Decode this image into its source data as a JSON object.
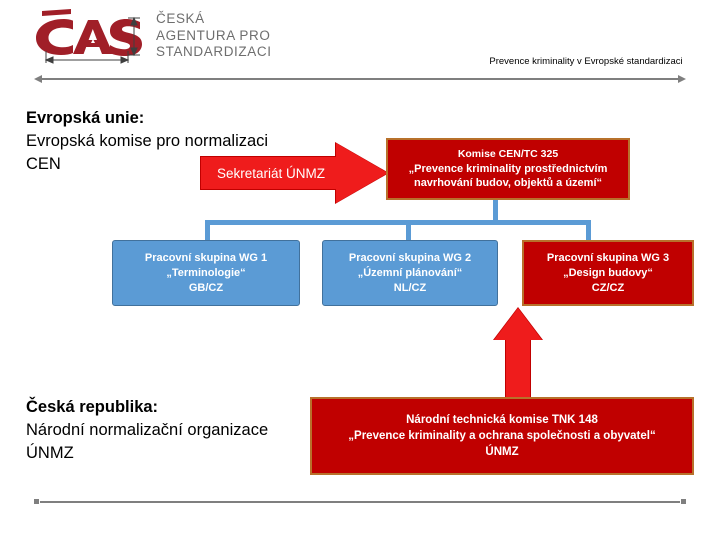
{
  "logo": {
    "mark_alt": "cas-logo",
    "line1": "ČESKÁ",
    "line2": "AGENTURA PRO",
    "line3": "STANDARDIZACI"
  },
  "header": {
    "title": "Prevence kriminality v Evropské standardizaci"
  },
  "eu_block": {
    "line1": "Evropská unie:",
    "line2": "Evropská komise pro normalizaci",
    "line3": "CEN"
  },
  "cz_block": {
    "line1": "Česká republika:",
    "line2": "Národní normalizační organizace",
    "line3": "ÚNMZ"
  },
  "secretariat_arrow": {
    "label": "Sekretariát ÚNMZ"
  },
  "cen_tc": {
    "line1": "Komise CEN/TC 325",
    "line2": "„Prevence kriminality prostřednictvím",
    "line3": "navrhování budov, objektů a území“"
  },
  "working_groups": [
    {
      "id": "wg1",
      "line1": "Pracovní skupina WG 1",
      "line2": "„Terminologie“",
      "line3": "GB/CZ",
      "color": "#5b9bd5"
    },
    {
      "id": "wg2",
      "line1": "Pracovní skupina WG 2",
      "line2": "„Územní plánování“",
      "line3": "NL/CZ",
      "color": "#5b9bd5"
    },
    {
      "id": "wg3",
      "line1": "Pracovní skupina WG 3",
      "line2": "„Design budovy“",
      "line3": "CZ/CZ",
      "color": "#c00000"
    }
  ],
  "tnk": {
    "line1": "Národní technická komise TNK 148",
    "line2": "„Prevence kriminality a ochrana společnosti a obyvatel“",
    "line3": "ÚNMZ"
  },
  "colors": {
    "red": "#c00000",
    "bright_red": "#ef1c1c",
    "blue": "#5b9bd5",
    "blue_border": "#41719c",
    "gold_border": "#b8712b",
    "gray_rule": "#7f7f7f",
    "logo_red": "#a01f28",
    "logo_gray": "#6e6e6e"
  }
}
